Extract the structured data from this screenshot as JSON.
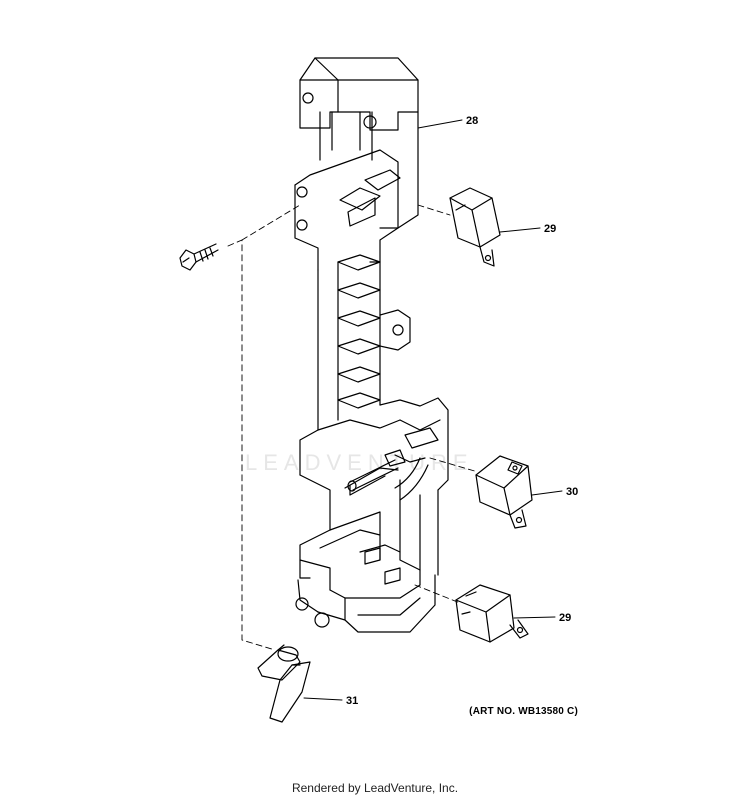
{
  "callouts": {
    "c28": "28",
    "c29a": "29",
    "c30": "30",
    "c29b": "29",
    "c31": "31"
  },
  "art_number": "(ART NO. WB13580 C)",
  "footer": "Rendered by LeadVenture, Inc.",
  "watermark": "LEADVENTURE",
  "colors": {
    "line": "#000000",
    "background": "#ffffff",
    "watermark": "#e6e6e6"
  }
}
